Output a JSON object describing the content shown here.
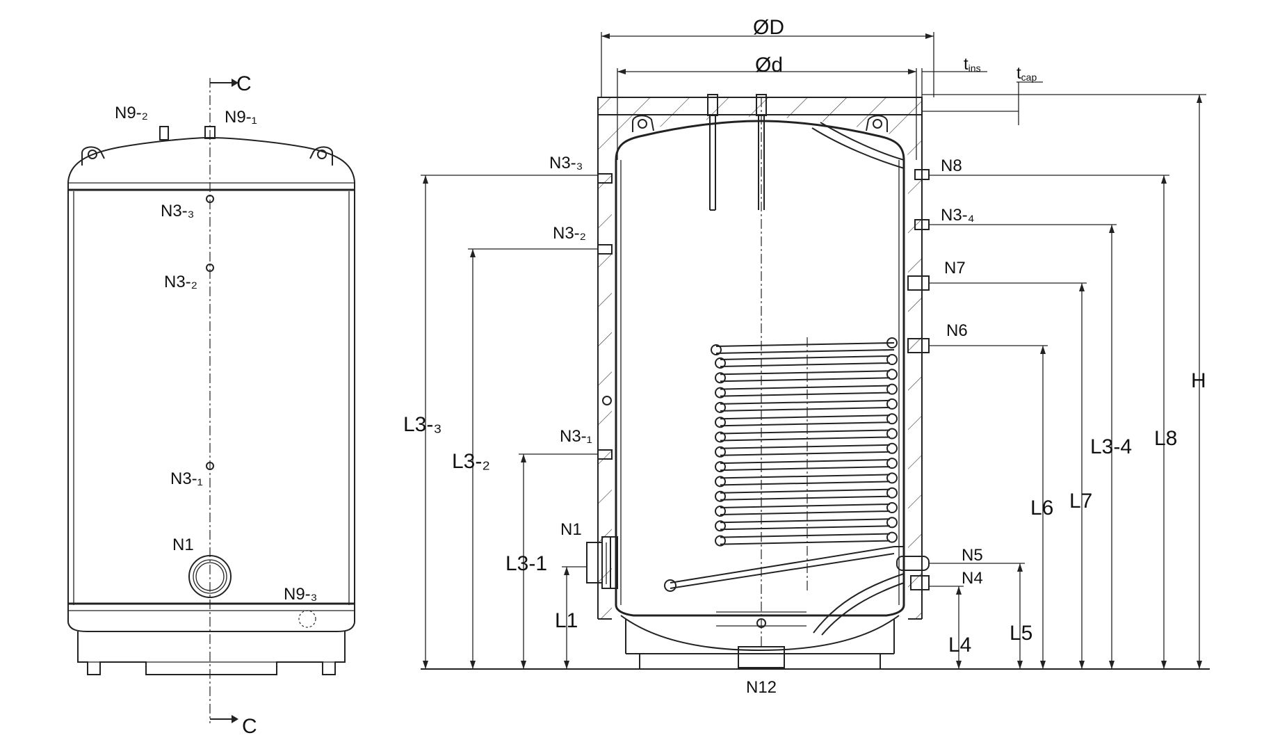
{
  "side_view": {
    "section_top": "C",
    "section_bottom": "C",
    "labels": {
      "n9_2": "N9-₂",
      "n9_1": "N9-₁",
      "n3_3": "N3-₃",
      "n3_2": "N3-₂",
      "n3_1": "N3-₁",
      "n1": "N1",
      "n9_3": "N9-₃"
    }
  },
  "section_view": {
    "dims": {
      "outer_diameter": "ØD",
      "inner_diameter": "Ød",
      "t_ins": "t",
      "t_ins_sub": "ins",
      "t_cap": "t",
      "t_cap_sub": "cap",
      "H": "H",
      "L8": "L8",
      "L3_4": "L3-4",
      "L7": "L7",
      "L6": "L6",
      "L5": "L5",
      "L4": "L4",
      "L1": "L1",
      "L3_1": "L3-1",
      "L3_2": "L3-₂",
      "L3_3": "L3-₃"
    },
    "nozzles": {
      "n8": "N8",
      "n3_4": "N3-₄",
      "n7": "N7",
      "n6": "N6",
      "n5": "N5",
      "n4": "N4",
      "n1": "N1",
      "n12": "N12",
      "n3_3": "N3-₃",
      "n3_2": "N3-₂",
      "n3_1": "N3-₁"
    }
  }
}
